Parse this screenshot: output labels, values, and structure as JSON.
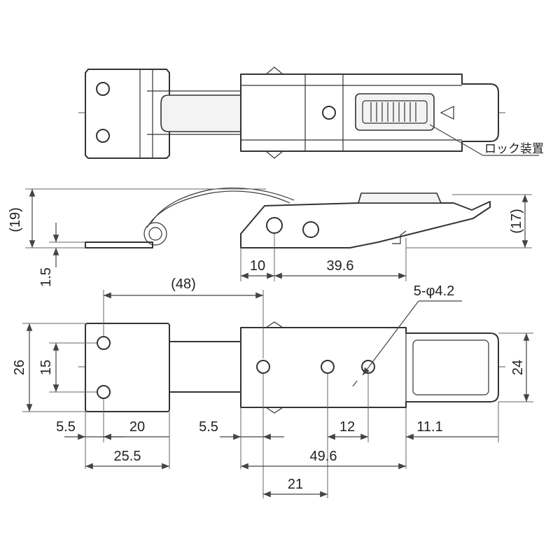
{
  "callout": {
    "lock_device": "ロック装置"
  },
  "side_view": {
    "height_left": "(19)",
    "height_right": "(17)",
    "plate_thickness": "1.5",
    "pivot_offset": "10",
    "body_length": "39.6"
  },
  "front_view": {
    "hole_spec": "5-φ4.2",
    "overall_length": "(48)",
    "total_width": "26",
    "hole_pitch_vertical": "15",
    "body_width": "24",
    "left_margin": "5.5",
    "base_hole_pitch": "20",
    "base_width": "25.5",
    "body_margin": "5.5",
    "hole_pitch": "12",
    "hook_length": "11.1",
    "body_length": "49.6",
    "hole_spacing": "21"
  }
}
